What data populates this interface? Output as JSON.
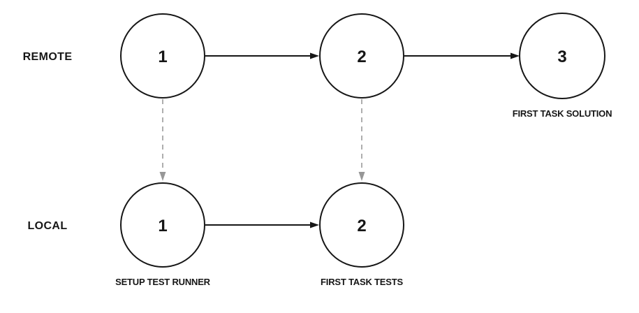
{
  "diagram": {
    "type": "commit-graph",
    "colors": {
      "background": "#ffffff",
      "stroke": "#161616",
      "dashed": "#aeaeae",
      "dashed_head": "#979797"
    },
    "rows": {
      "remote": {
        "label": "REMOTE"
      },
      "local": {
        "label": "LOCAL"
      }
    },
    "nodes": {
      "remote1": {
        "number": "1",
        "caption": ""
      },
      "remote2": {
        "number": "2",
        "caption": ""
      },
      "remote3": {
        "number": "3",
        "caption": "FIRST TASK SOLUTION"
      },
      "local1": {
        "number": "1",
        "caption": "SETUP TEST RUNNER"
      },
      "local2": {
        "number": "2",
        "caption": "FIRST TASK TESTS"
      }
    },
    "edges": [
      {
        "from": "remote-1",
        "to": "remote-2",
        "style": "solid"
      },
      {
        "from": "remote-2",
        "to": "remote-3",
        "style": "solid"
      },
      {
        "from": "local-1",
        "to": "local-2",
        "style": "solid"
      },
      {
        "from": "remote-1",
        "to": "local-1",
        "style": "dashed"
      },
      {
        "from": "remote-2",
        "to": "local-2",
        "style": "dashed"
      }
    ]
  }
}
